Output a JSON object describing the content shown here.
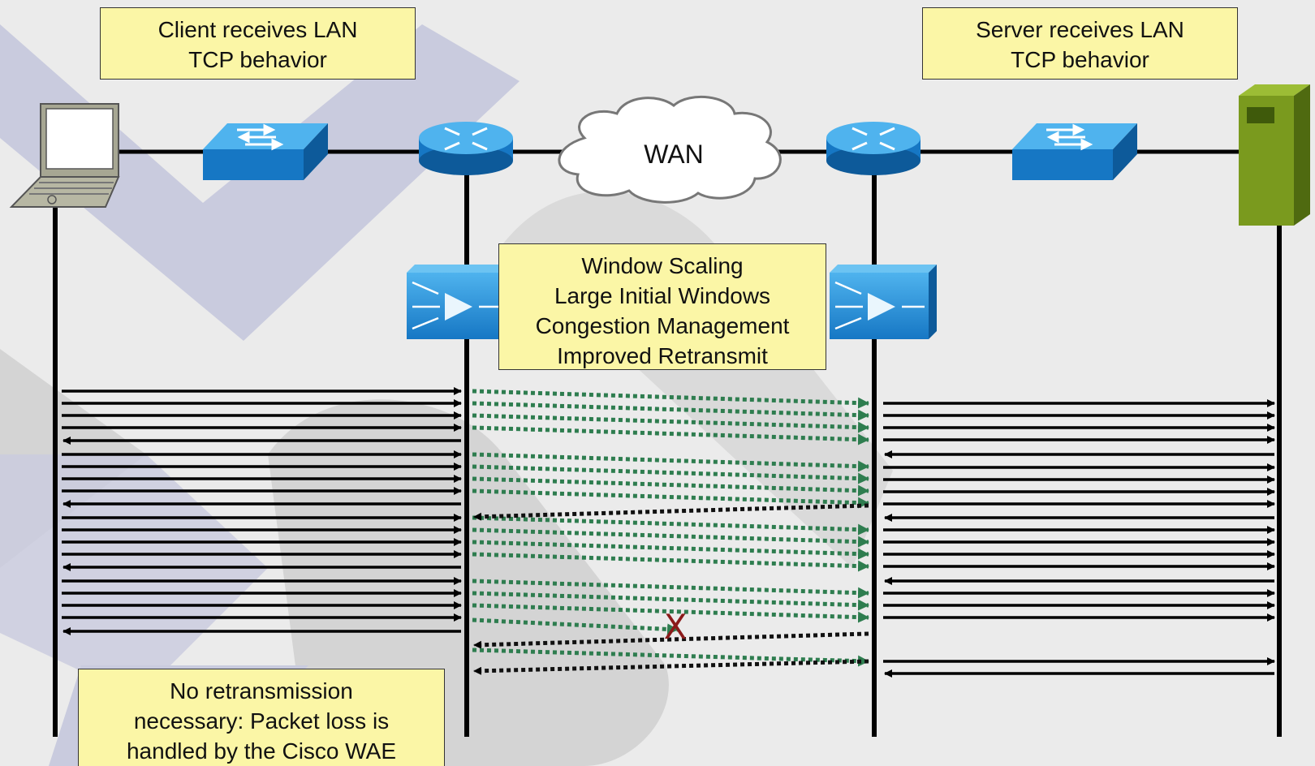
{
  "notes": {
    "client": [
      "Client receives LAN",
      "TCP behavior"
    ],
    "server": [
      "Server receives LAN",
      "TCP behavior"
    ],
    "features": [
      "Window Scaling",
      "Large Initial Windows",
      "Congestion Management",
      "Improved Retransmit"
    ],
    "loss": [
      "No retransmission",
      "necessary: Packet loss is",
      "handled by the Cisco WAE"
    ]
  },
  "wan_label": "WAN",
  "drop_marker": "X",
  "colors": {
    "background": "#ebebeb",
    "note_fill": "#fbf6a6",
    "device_blue": "#1f8fd6",
    "server_green": "#7a9a1e",
    "optimized_flow": "#2e7d4f",
    "drop_marker": "#8b1a1a"
  },
  "icons": [
    "laptop-icon",
    "lan-switch-icon",
    "router-icon",
    "wan-cloud-icon",
    "wae-icon",
    "server-icon"
  ]
}
